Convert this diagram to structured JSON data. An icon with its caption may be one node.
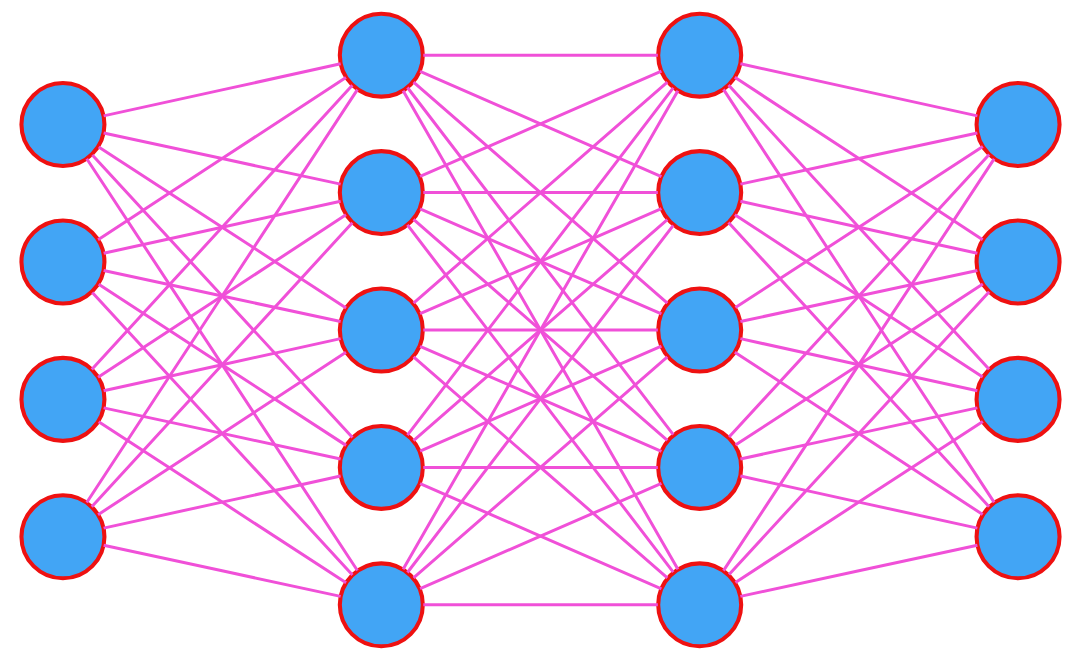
{
  "diagram": {
    "nodes": [
      {
        "text": [],
        "shape": "circle"
      },
      {
        "text": [],
        "shape": "circle"
      },
      {
        "text": [],
        "shape": "circle"
      },
      {
        "text": [],
        "shape": "circle"
      },
      {
        "text": [],
        "shape": "circle"
      },
      {
        "text": [],
        "shape": "circle"
      },
      {
        "text": [],
        "shape": "circle"
      },
      {
        "text": [],
        "shape": "circle"
      },
      {
        "text": [],
        "shape": "circle"
      },
      {
        "text": [],
        "shape": "circle"
      },
      {
        "text": [],
        "shape": "circle"
      },
      {
        "text": [],
        "shape": "circle"
      },
      {
        "text": [],
        "shape": "circle"
      },
      {
        "text": [],
        "shape": "circle"
      },
      {
        "text": [],
        "shape": "circle"
      },
      {
        "text": [],
        "shape": "circle"
      },
      {
        "text": [],
        "shape": "circle"
      },
      {
        "text": [],
        "shape": "circle"
      }
    ],
    "edges": [
      {
        "from": 0,
        "to": 4,
        "arrow": "none"
      },
      {
        "from": 0,
        "to": 5,
        "arrow": "none"
      },
      {
        "from": 0,
        "to": 6,
        "arrow": "none"
      },
      {
        "from": 0,
        "to": 7,
        "arrow": "none"
      },
      {
        "from": 0,
        "to": 8,
        "arrow": "none"
      },
      {
        "from": 1,
        "to": 4,
        "arrow": "none"
      },
      {
        "from": 1,
        "to": 5,
        "arrow": "none"
      },
      {
        "from": 1,
        "to": 6,
        "arrow": "none"
      },
      {
        "from": 1,
        "to": 7,
        "arrow": "none"
      },
      {
        "from": 1,
        "to": 8,
        "arrow": "none"
      },
      {
        "from": 2,
        "to": 4,
        "arrow": "none"
      },
      {
        "from": 2,
        "to": 5,
        "arrow": "none"
      },
      {
        "from": 2,
        "to": 6,
        "arrow": "none"
      },
      {
        "from": 2,
        "to": 7,
        "arrow": "none"
      },
      {
        "from": 2,
        "to": 8,
        "arrow": "none"
      },
      {
        "from": 3,
        "to": 4,
        "arrow": "none"
      },
      {
        "from": 3,
        "to": 5,
        "arrow": "none"
      },
      {
        "from": 3,
        "to": 6,
        "arrow": "none"
      },
      {
        "from": 3,
        "to": 7,
        "arrow": "none"
      },
      {
        "from": 3,
        "to": 8,
        "arrow": "none"
      },
      {
        "from": 4,
        "to": 9,
        "arrow": "none"
      },
      {
        "from": 4,
        "to": 10,
        "arrow": "none"
      },
      {
        "from": 4,
        "to": 11,
        "arrow": "none"
      },
      {
        "from": 4,
        "to": 12,
        "arrow": "none"
      },
      {
        "from": 4,
        "to": 13,
        "arrow": "none"
      },
      {
        "from": 5,
        "to": 9,
        "arrow": "none"
      },
      {
        "from": 5,
        "to": 10,
        "arrow": "none"
      },
      {
        "from": 5,
        "to": 11,
        "arrow": "none"
      },
      {
        "from": 5,
        "to": 12,
        "arrow": "none"
      },
      {
        "from": 5,
        "to": 13,
        "arrow": "none"
      },
      {
        "from": 6,
        "to": 9,
        "arrow": "none"
      },
      {
        "from": 6,
        "to": 10,
        "arrow": "none"
      },
      {
        "from": 6,
        "to": 11,
        "arrow": "none"
      },
      {
        "from": 6,
        "to": 12,
        "arrow": "none"
      },
      {
        "from": 6,
        "to": 13,
        "arrow": "none"
      },
      {
        "from": 7,
        "to": 9,
        "arrow": "none"
      },
      {
        "from": 7,
        "to": 10,
        "arrow": "none"
      },
      {
        "from": 7,
        "to": 11,
        "arrow": "none"
      },
      {
        "from": 7,
        "to": 12,
        "arrow": "none"
      },
      {
        "from": 7,
        "to": 13,
        "arrow": "none"
      },
      {
        "from": 8,
        "to": 9,
        "arrow": "none"
      },
      {
        "from": 8,
        "to": 10,
        "arrow": "none"
      },
      {
        "from": 8,
        "to": 11,
        "arrow": "none"
      },
      {
        "from": 8,
        "to": 12,
        "arrow": "none"
      },
      {
        "from": 8,
        "to": 13,
        "arrow": "none"
      },
      {
        "from": 9,
        "to": 14,
        "arrow": "none"
      },
      {
        "from": 9,
        "to": 15,
        "arrow": "none"
      },
      {
        "from": 9,
        "to": 16,
        "arrow": "none"
      },
      {
        "from": 9,
        "to": 17,
        "arrow": "none"
      },
      {
        "from": 10,
        "to": 14,
        "arrow": "none"
      },
      {
        "from": 10,
        "to": 15,
        "arrow": "none"
      },
      {
        "from": 10,
        "to": 16,
        "arrow": "none"
      },
      {
        "from": 10,
        "to": 17,
        "arrow": "none"
      },
      {
        "from": 11,
        "to": 14,
        "arrow": "none"
      },
      {
        "from": 11,
        "to": 15,
        "arrow": "none"
      },
      {
        "from": 11,
        "to": 16,
        "arrow": "none"
      },
      {
        "from": 11,
        "to": 17,
        "arrow": "none"
      },
      {
        "from": 12,
        "to": 14,
        "arrow": "none"
      },
      {
        "from": 12,
        "to": 15,
        "arrow": "none"
      },
      {
        "from": 12,
        "to": 16,
        "arrow": "none"
      },
      {
        "from": 12,
        "to": 17,
        "arrow": "none"
      },
      {
        "from": 13,
        "to": 14,
        "arrow": "none"
      },
      {
        "from": 13,
        "to": 15,
        "arrow": "none"
      },
      {
        "from": 13,
        "to": 16,
        "arrow": "none"
      },
      {
        "from": 13,
        "to": 17,
        "arrow": "none"
      }
    ]
  }
}
